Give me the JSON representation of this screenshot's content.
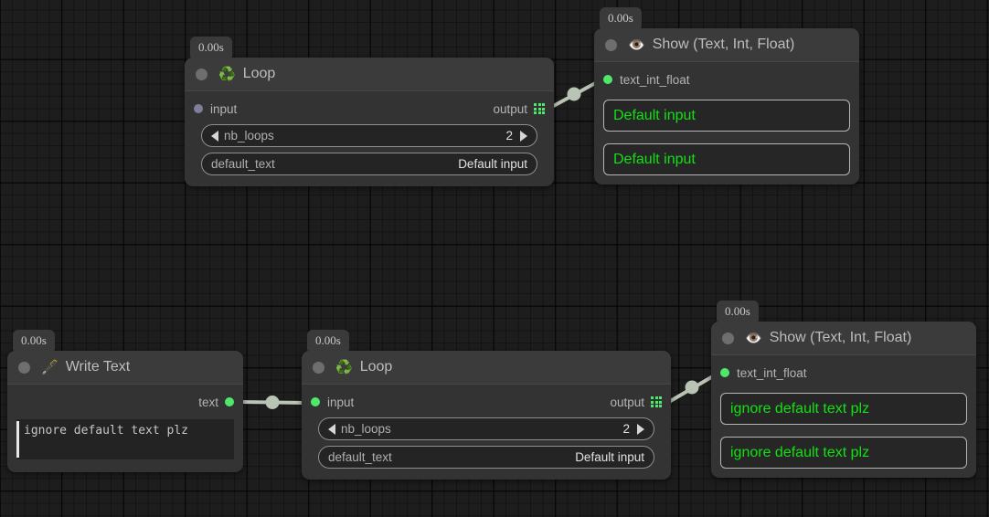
{
  "canvas": {
    "background": "#1d1d1d",
    "grid_color": "#000000",
    "link_color": "#b9c4b5"
  },
  "nodes": [
    {
      "id": "loop-top",
      "timer": "0.00s",
      "title": "Loop",
      "icon": "recycle-icon",
      "icon_glyph": "♻️",
      "input_port": {
        "label": "input",
        "state": "unconnected"
      },
      "output_port": {
        "label": "output",
        "icon": "grid-icon"
      },
      "widgets": [
        {
          "name": "nb_loops",
          "value": "2",
          "has_steppers": true
        },
        {
          "name": "default_text",
          "value": "Default input",
          "has_steppers": false
        }
      ]
    },
    {
      "id": "show-top",
      "timer": "0.00s",
      "title": "Show (Text, Int, Float)",
      "icon": "eye-icon",
      "icon_glyph": "👁️",
      "input_port": {
        "label": "text_int_float",
        "state": "connected"
      },
      "boxes": [
        "Default input",
        "Default input"
      ]
    },
    {
      "id": "write-text",
      "timer": "0.00s",
      "title": "Write Text",
      "icon": "pen-nib-icon",
      "icon_glyph": "🖋️",
      "output_port": {
        "label": "text",
        "state": "connected"
      },
      "textarea": {
        "value": "ignore default text plz",
        "caret": true
      }
    },
    {
      "id": "loop-bottom",
      "timer": "0.00s",
      "title": "Loop",
      "icon": "recycle-icon",
      "icon_glyph": "♻️",
      "input_port": {
        "label": "input",
        "state": "connected"
      },
      "output_port": {
        "label": "output",
        "icon": "grid-icon"
      },
      "widgets": [
        {
          "name": "nb_loops",
          "value": "2",
          "has_steppers": true
        },
        {
          "name": "default_text",
          "value": "Default input",
          "has_steppers": false
        }
      ]
    },
    {
      "id": "show-bottom",
      "timer": "0.00s",
      "title": "Show (Text, Int, Float)",
      "icon": "eye-icon",
      "icon_glyph": "👁️",
      "input_port": {
        "label": "text_int_float",
        "state": "connected"
      },
      "boxes": [
        "ignore default text plz",
        "ignore default text plz"
      ]
    }
  ]
}
